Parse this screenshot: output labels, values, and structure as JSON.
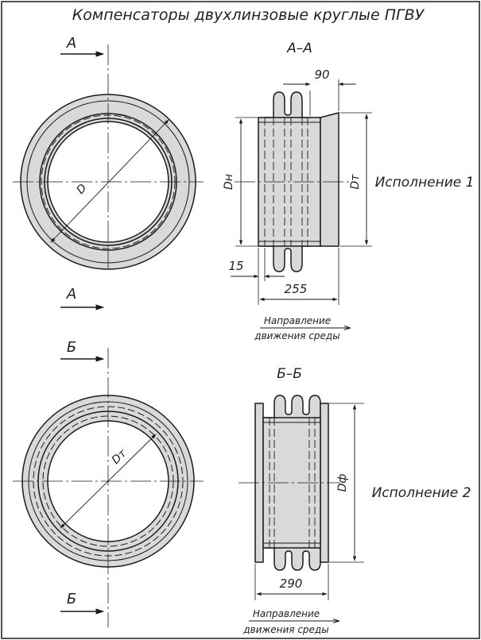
{
  "title": "Компенсаторы двухлинзовые круглые ПГВУ",
  "section_1": {
    "cut_letter": "А",
    "section_label": "А–А",
    "variant_label": "Исполнение 1",
    "dimensions": {
      "lens_width": "90",
      "outer_diameter_label": "Dн",
      "pipe_diameter_label": "Dт",
      "edge_offset": "15",
      "length": "255",
      "ring_diameter_label": "D"
    },
    "flow_label_line1": "Направление",
    "flow_label_line2": "движения среды"
  },
  "section_2": {
    "cut_letter": "Б",
    "section_label": "Б–Б",
    "variant_label": "Исполнение 2",
    "dimensions": {
      "flange_diameter_label": "Dф",
      "length": "290",
      "ring_diameter_label": "Dт"
    },
    "flow_label_line1": "Направление",
    "flow_label_line2": "движения среды"
  },
  "colors": {
    "line": "#1a1a1a",
    "fill": "#d9d9d9",
    "background": "#ffffff"
  }
}
